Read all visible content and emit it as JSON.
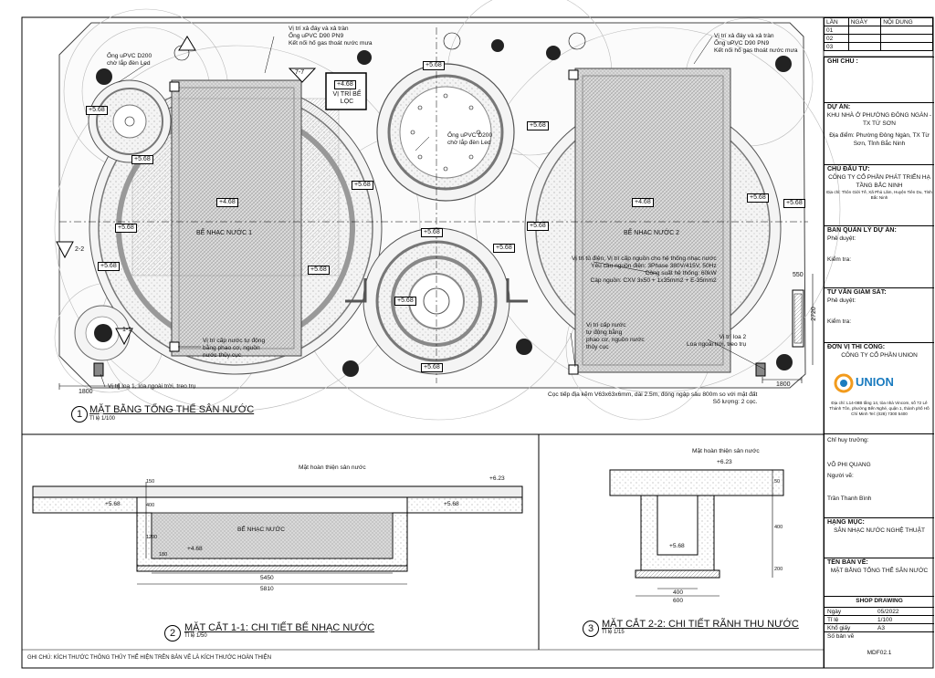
{
  "revision_table": {
    "headers": [
      "LẦN",
      "NGÀY",
      "NỘI DUNG"
    ],
    "rows": [
      "01",
      "02",
      "03"
    ]
  },
  "title_block": {
    "ghi_chu_label": "GHI CHÚ :",
    "du_an_label": "DỰ ÁN:",
    "du_an_name": "KHU NHÀ Ở PHƯỜNG ĐÔNG NGÀN - TX TỪ SƠN",
    "dia_diem": "Địa điểm: Phường Đông Ngàn, TX Từ Sơn, Tỉnh Bắc Ninh",
    "chu_dau_tu_label": "CHỦ ĐẦU TƯ:",
    "chu_dau_tu_name": "CÔNG TY CỔ PHẦN PHÁT TRIỂN HẠ TẦNG BẮC NINH",
    "chu_dau_tu_address": "Địa chỉ: Thôn Giới Tế, Xã Phù Lãm, Huyện Tiên Du, Tỉnh Bắc Ninh",
    "ban_quan_ly_label": "BAN QUẢN LÝ DỰ ÁN:",
    "phe_duyet": "Phê duyệt:",
    "kiem_tra": "Kiểm tra:",
    "tu_van_label": "TƯ VẤN GIÁM SÁT:",
    "don_vi_label": "ĐƠN VỊ THI CÔNG:",
    "don_vi_name": "CÔNG TY CỔ PHẦN UNION",
    "logo_text": "UNION",
    "don_vi_address": "Địa chỉ: L14-08B tầng 14, tòa nhà Vincom, số 72 Lê Thánh Tôn, phường Bến Nghé, quận 1, thành phố Hồ Chí Minh Tel: (028) 7300 5400",
    "chi_huy_label": "Chỉ huy trưởng:",
    "chi_huy_name": "VÕ PHI QUANG",
    "nguoi_ve_label": "Người vẽ:",
    "nguoi_ve_name": "Trần Thanh Bình",
    "hang_muc_label": "HẠNG MỤC:",
    "hang_muc_name": "SÂN NHẠC NƯỚC NGHỆ THUẬT",
    "ten_ban_ve_label": "TÊN BẢN VẼ:",
    "ten_ban_ve_name": "MẶT BẰNG TỔNG THỂ SÂN NƯỚC",
    "shop_drawing": "SHOP DRAWING",
    "info": [
      {
        "k": "Ngày",
        "v": "05/2022"
      },
      {
        "k": "Tỉ lệ",
        "v": "1/100"
      },
      {
        "k": "Khổ giấy",
        "v": "A3"
      },
      {
        "k": "Số bản vẽ",
        "v": ""
      }
    ],
    "drawing_no": "MDF02.1"
  },
  "plan": {
    "title_no": "1",
    "title": "MẶT BẰNG TỔNG THỂ SÂN NƯỚC",
    "scale": "Tỉ lệ 1/100",
    "pool1": "BỂ NHẠC NƯỚC 1",
    "pool2": "BỂ NHẠC NƯỚC 2",
    "filter": "VỊ TRÍ BỂ LỌC",
    "lv_568": "+5.68",
    "lv_468": "+4.68",
    "cut_11": "1-1",
    "cut_22": "2-2",
    "cut_77": "7-7",
    "dim_1800": "1800",
    "dim_2720": "2720",
    "dim_550": "550",
    "notes": {
      "drain_top": "Vị trí xả đáy và xả tràn\nỐng uPVC D90 PN9\nKết nối hố gas thoát nước mưa",
      "drain_right": "Vị trí xả đáy và xả tràn\nỐng uPVC D90 PN9\nKết nối hố gas thoát nước mưa",
      "pipe_left": "Ống uPVC D200\nchờ lắp đèn Led",
      "pipe_center": "Ống uPVC D200\nchờ lắp đèn Led",
      "water_left": "Vị trí cấp nước tự động\nbằng phao cơ, nguồn\nnước thủy cục",
      "water_center": "Vị trí cấp nước\ntự động bằng\nphao cơ, nguồn nước\nthủy cục",
      "speaker1": "Vị trí loa 1, loa ngoài trời, treo trụ",
      "speaker2": "Vị trí loa 2\nLoa ngoài trời, treo trụ",
      "cabinet": "Vị trí tủ điện, Vị trí cấp nguồn cho hệ thống nhạc nước\nYêu cầu nguồn điện: 3Phase 380V/415V, 50Hz\nCông suất hệ thống: 60kW\nCáp nguồn: CXV 3x50 + 1x35mm2 + E-35mm2",
      "stake": "Cọc tiếp địa kẽm V63x63x6mm, dài 2.5m, đóng ngập sâu 800m so với mặt đất\nSố lượng: 2 cọc."
    }
  },
  "section1": {
    "title_no": "2",
    "title": "MẶT CẮT 1-1: CHI TIẾT BỂ NHẠC NƯỚC",
    "scale": "Tỉ lệ 1/50",
    "finish": "Mặt hoàn thiện sân nước",
    "lv_623": "+6.23",
    "lv_568": "+5.68",
    "lv_468": "+4.68",
    "pool": "BỂ NHẠC NƯỚC",
    "dim_5450": "5450",
    "dim_5810": "5810",
    "dim_150": "150",
    "dim_400": "400",
    "dim_1200": "1200",
    "dim_180": "180"
  },
  "section2": {
    "title_no": "3",
    "title": "MẶT CẮT 2-2: CHI TIẾT RÃNH THU NƯỚC",
    "scale": "Tỉ lệ 1/15",
    "finish": "Mặt hoàn thiện sân nước",
    "lv_623": "+6.23",
    "lv_568": "+5.68",
    "dim_400": "400",
    "dim_600": "600",
    "dim_50": "50",
    "dim_200": "200"
  },
  "footer_note": "GHI CHÚ: KÍCH THƯỚC THÔNG THỦY THỂ HIỆN TRÊN BẢN VẼ LÀ KÍCH THƯỚC HOÀN THIỆN"
}
